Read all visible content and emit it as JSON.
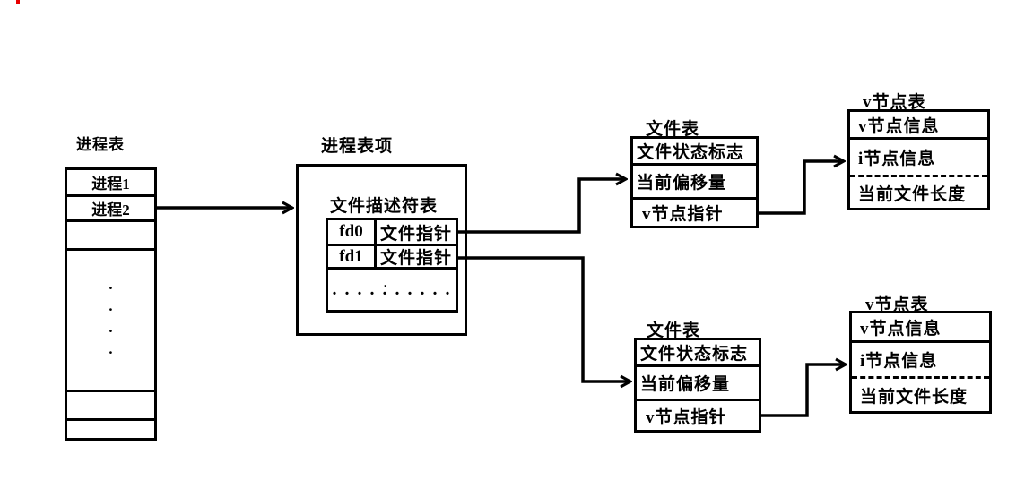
{
  "colors": {
    "ink": "#000000",
    "background": "#ffffff",
    "artifact_red": "#e80000"
  },
  "process_table": {
    "title": "进程表",
    "rows": [
      "进程1",
      "进程2"
    ],
    "vertical_dots": [
      "·",
      "·",
      "·",
      "·"
    ]
  },
  "process_entry": {
    "title": "进程表项",
    "fd_table_label": "文件描述符表",
    "fd_rows": [
      {
        "fd": "fd0",
        "pointer": "文件指针"
      },
      {
        "fd": "fd1",
        "pointer": "文件指针"
      }
    ],
    "ellipsis_dot": ".",
    "ellipsis_row": ". . . . . . . . . ."
  },
  "file_table_top": {
    "title": "文件表",
    "rows": [
      "文件状态标志",
      "当前偏移量",
      "v节点指针"
    ]
  },
  "file_table_bottom": {
    "title": "文件表",
    "rows": [
      "文件状态标志",
      "当前偏移量",
      "v节点指针"
    ]
  },
  "vnode_table_top": {
    "title": "v节点表",
    "rows": [
      "v节点信息",
      "i节点信息",
      "当前文件长度"
    ]
  },
  "vnode_table_bottom": {
    "title": "v节点表",
    "rows": [
      "v节点信息",
      "i节点信息",
      "当前文件长度"
    ]
  }
}
